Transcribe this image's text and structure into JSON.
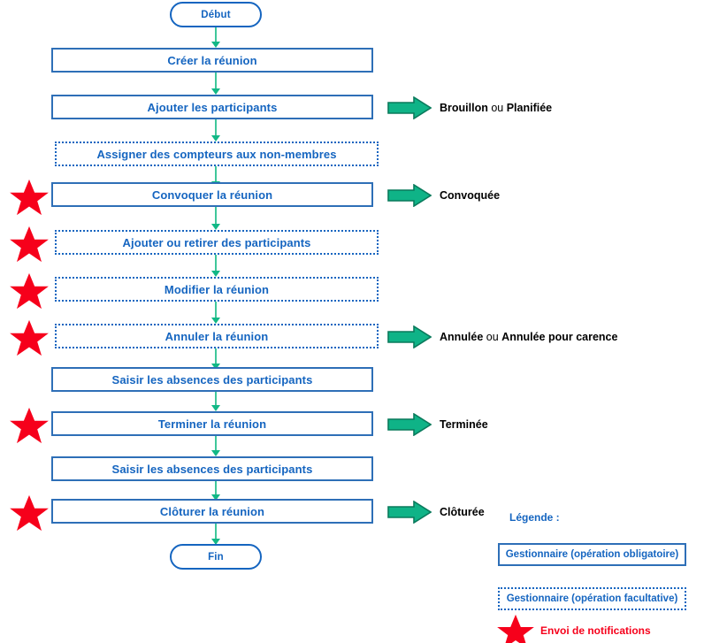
{
  "diagram": {
    "title_text_color": "#1565C0",
    "accent_blue": "#1565C0",
    "accent_green": "#12B886",
    "accent_red": "#F6001B",
    "start": {
      "label": "Début"
    },
    "end": {
      "label": "Fin"
    },
    "steps": [
      {
        "label": "Créer la réunion",
        "style": "solid",
        "star": false
      },
      {
        "label": "Ajouter les participants",
        "style": "solid",
        "star": false
      },
      {
        "label": "Assigner des compteurs aux non-membres",
        "style": "dotted",
        "star": false
      },
      {
        "label": "Convoquer la réunion",
        "style": "solid",
        "star": true
      },
      {
        "label": "Ajouter ou retirer des participants",
        "style": "dotted",
        "star": true
      },
      {
        "label": "Modifier la réunion",
        "style": "dotted",
        "star": true
      },
      {
        "label": "Annuler la réunion",
        "style": "dotted",
        "star": true
      },
      {
        "label": "Saisir les absences des participants",
        "style": "solid",
        "star": false
      },
      {
        "label": "Terminer la réunion",
        "style": "solid",
        "star": true
      },
      {
        "label": "Saisir les absences des participants",
        "style": "solid",
        "star": false
      },
      {
        "label": "Clôturer la réunion",
        "style": "solid",
        "star": true
      }
    ],
    "statuses": [
      {
        "step_index": 1,
        "parts": [
          "Brouillon",
          " ou ",
          "Planifiée"
        ]
      },
      {
        "step_index": 3,
        "parts": [
          "Convoquée",
          "",
          ""
        ]
      },
      {
        "step_index": 6,
        "parts": [
          "Annulée",
          " ou ",
          "Annulée pour carence"
        ]
      },
      {
        "step_index": 8,
        "parts": [
          "Terminée",
          "",
          ""
        ]
      },
      {
        "step_index": 10,
        "parts": [
          "Clôturée",
          "",
          ""
        ]
      }
    ],
    "legend": {
      "title": "Légende :",
      "mandatory": "Gestionnaire (opération obligatoire)",
      "optional": "Gestionnaire (opération facultative)",
      "notification": "Envoi de notifications"
    },
    "icons": {
      "star": "red-star-icon",
      "status_arrow": "green-right-arrow-icon",
      "connector": "down-arrow-connector-icon"
    }
  }
}
